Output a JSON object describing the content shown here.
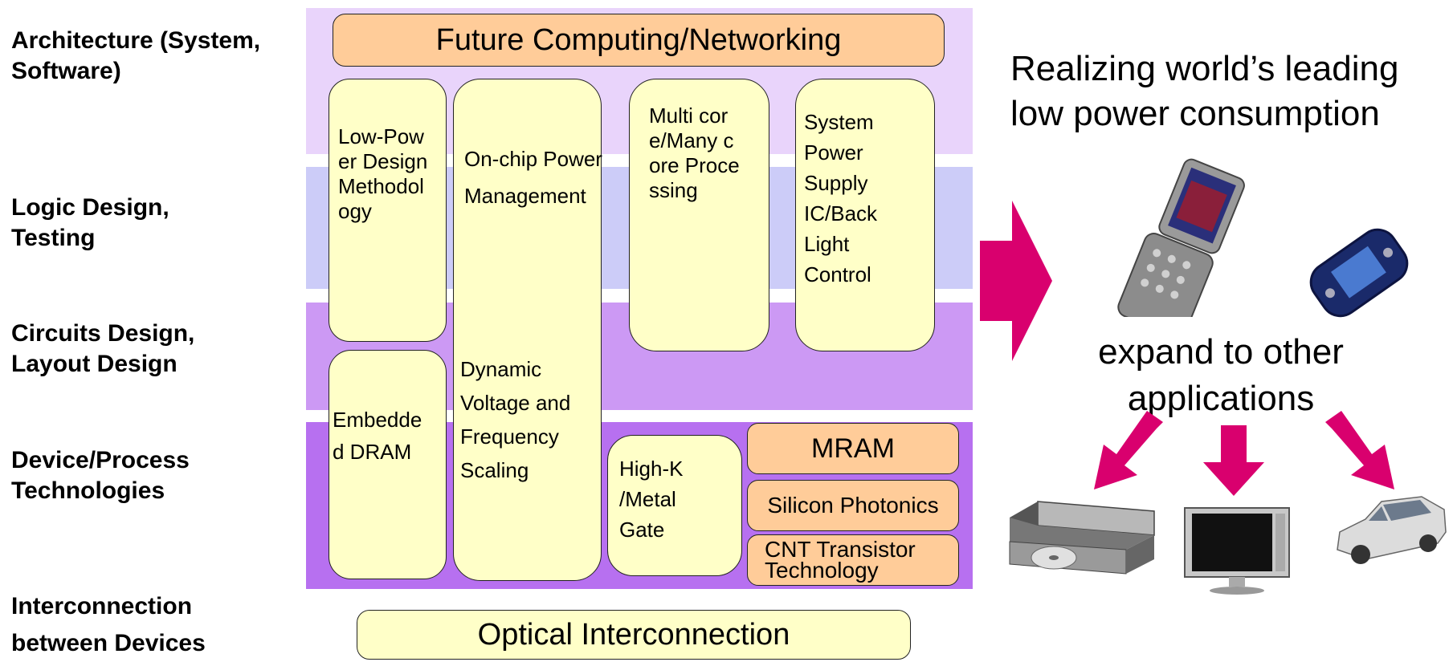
{
  "layers": [
    {
      "label": "Architecture (System, Software)"
    },
    {
      "label": "Logic Design, Testing"
    },
    {
      "label": "Circuits Design, Layout Design"
    },
    {
      "label": "Device/Process Technologies"
    },
    {
      "label": "Interconnection between Devices"
    }
  ],
  "layer_colors": [
    "#e9d4fb",
    "#ccccf8",
    "#cc99f4",
    "#b770f0"
  ],
  "boxes": {
    "future": "Future Computing/Networking",
    "low_power": "Low-Power Design Methodology",
    "on_chip": "On-chip Power Management",
    "dvfs": "Dynamic Voltage and Frequency Scaling",
    "multicore": "Multi core/Many core Processing",
    "power_supply": "System Power Supply IC/Back Light Control",
    "edram": "Embedded DRAM",
    "highk": "High-K /Metal Gate",
    "mram": "MRAM",
    "photonics": "Silicon Photonics",
    "cnt": "CNT Transistor Technology",
    "optical": "Optical Interconnection"
  },
  "right": {
    "headline": "Realizing world’s leading low power consumption",
    "expand": "expand to other applications"
  },
  "devices": [
    "phone-icon",
    "handheld-icon",
    "dvd-player-icon",
    "tv-icon",
    "car-icon"
  ],
  "accent_color": "#d9006e",
  "box_color": "#ffffc8",
  "orange_box_color": "#ffcc99"
}
